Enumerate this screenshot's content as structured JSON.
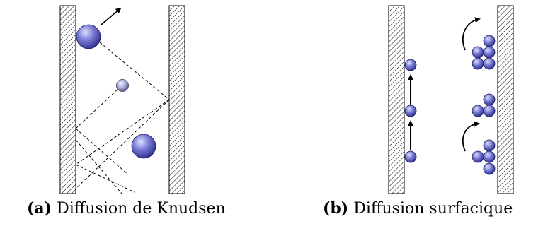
{
  "panels": [
    {
      "label": "(a)",
      "title": "Diffusion de Knudsen"
    },
    {
      "label": "(b)",
      "title": "Diffusion surfacique"
    }
  ],
  "colors": {
    "sphere_light": "#d9dcf6",
    "sphere_mid": "#7c7fd6",
    "sphere_dark": "#2e2f8a",
    "small_sphere_light": "#eef0ff",
    "small_sphere_dark": "#5e6098",
    "wall_hatch": "#000000",
    "path_line": "#000000"
  }
}
